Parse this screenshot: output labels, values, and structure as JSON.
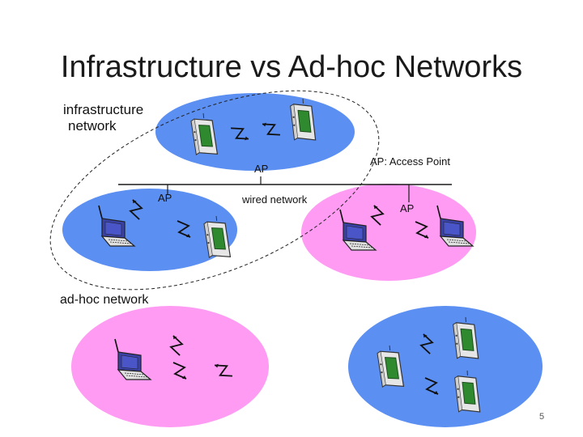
{
  "title": "Infrastructure vs Ad-hoc Networks",
  "labels": {
    "infrastructure_line1": "infrastructure",
    "infrastructure_line2": "network",
    "ap": "AP",
    "wired_network": "wired network",
    "legend": "AP: Access Point",
    "adhoc": "ad-hoc network"
  },
  "page_number": "5",
  "colors": {
    "blue_cell": "#5b8ff2",
    "pink_cell": "#ff9bf2",
    "wire": "#1a1a1a",
    "device_green": "#2f8a2f",
    "laptop_screen": "#3a42a8"
  },
  "icons": [
    "pda-icon",
    "laptop-icon",
    "wireless-link-icon"
  ]
}
